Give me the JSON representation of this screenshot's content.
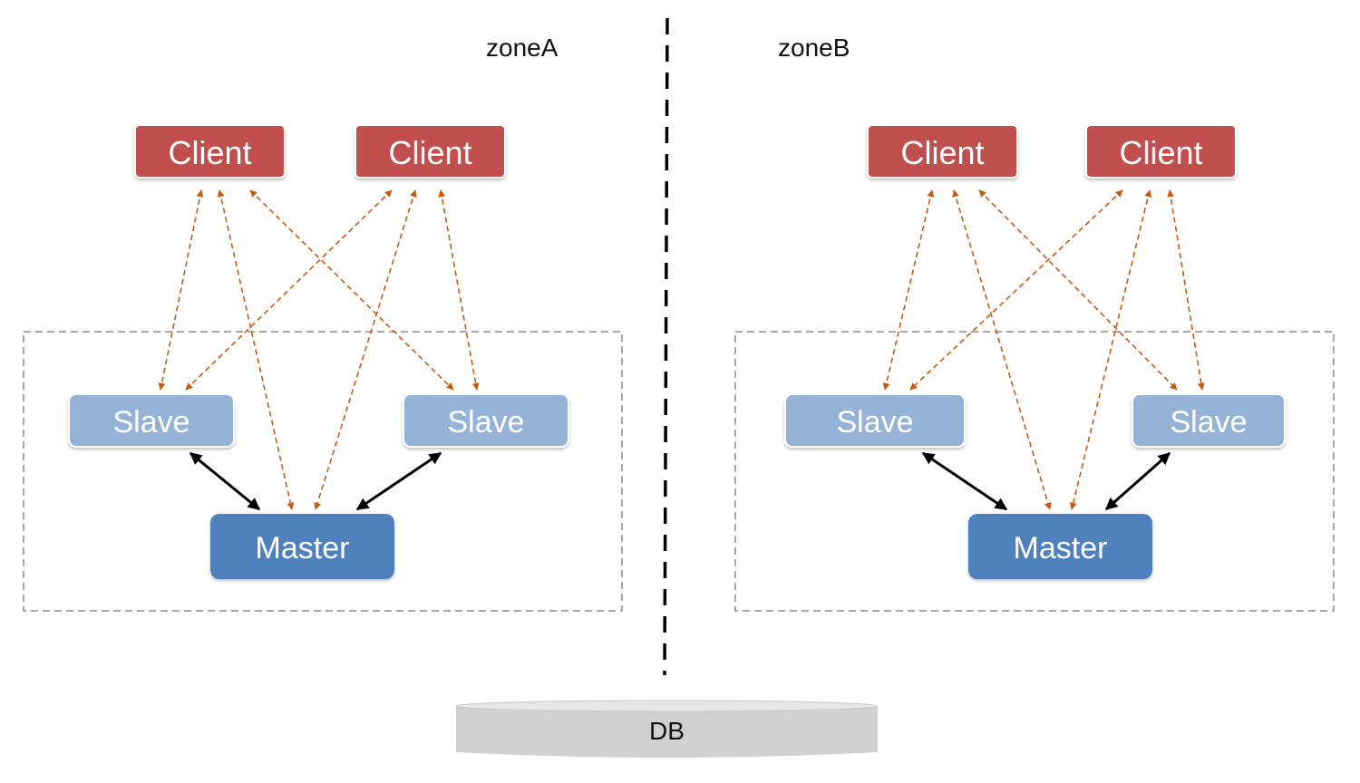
{
  "zones": [
    {
      "label": "zoneA",
      "clients": [
        "Client",
        "Client"
      ],
      "slaves": [
        "Slave",
        "Slave"
      ],
      "master": "Master"
    },
    {
      "label": "zoneB",
      "clients": [
        "Client",
        "Client"
      ],
      "slaves": [
        "Slave",
        "Slave"
      ],
      "master": "Master"
    }
  ],
  "db": {
    "label": "DB"
  },
  "colors": {
    "client_fill": "#c0504d",
    "slave_fill": "#95b3d7",
    "master_fill": "#4f81bd",
    "client_link": "#c55a11",
    "master_link": "#000000",
    "boundary": "#8a8a8a",
    "db_fill": "#d0d0d0",
    "db_top": "#e6e6e6"
  }
}
